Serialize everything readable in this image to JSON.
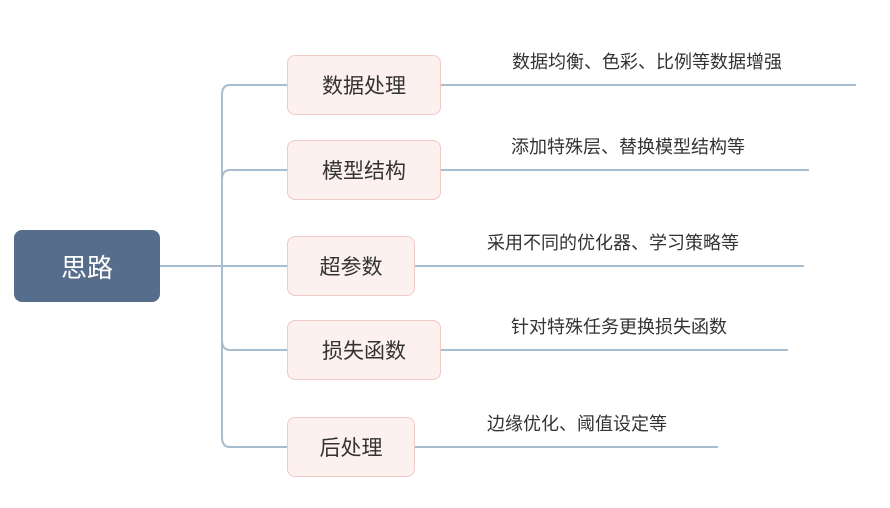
{
  "root": {
    "label": "思路"
  },
  "branches": [
    {
      "label": "数据处理",
      "detail": "数据均衡、色彩、比例等数据增强"
    },
    {
      "label": "模型结构",
      "detail": "添加特殊层、替换模型结构等"
    },
    {
      "label": "超参数",
      "detail": "采用不同的优化器、学习策略等"
    },
    {
      "label": "损失函数",
      "detail": "针对特殊任务更换损失函数"
    },
    {
      "label": "后处理",
      "detail": "边缘优化、阈值设定等"
    }
  ],
  "colors": {
    "root_fill": "#566d8b",
    "branch_fill": "#fdf1f0",
    "branch_border": "#f1c9c5",
    "connector": "#a9bdd1"
  }
}
